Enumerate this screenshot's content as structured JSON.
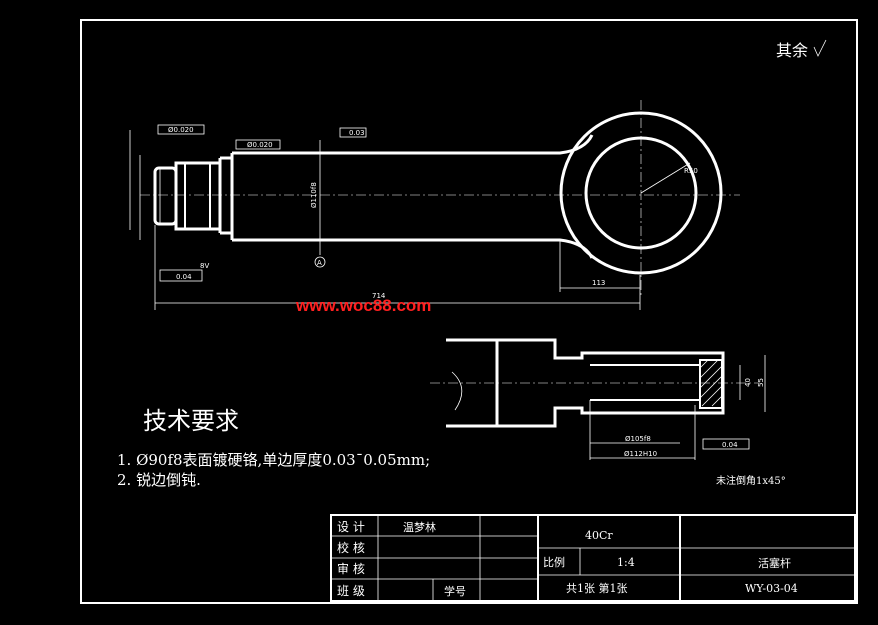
{
  "corner_note": "其余",
  "watermark": "www.woc88.com",
  "dimensions": {
    "overall_length": "714",
    "right_offset": "113",
    "eye_radius": "R50",
    "rod_diameter": "Ø110f8",
    "rod_tolerance": "0.03",
    "left_tol_1": "Ø0.020",
    "left_tol_2": "Ø0.020",
    "bottom_perp": "0.04",
    "detail_dim_1": "Ø105f8",
    "detail_dim_2": "Ø112H10",
    "detail_h_1": "40",
    "detail_h_2": "55",
    "detail_perp": "0.04",
    "small_a": "8V",
    "datum": "A"
  },
  "tech_req": {
    "heading": "技术要求",
    "item1": "1.  Ø90f8表面镀硬铬,单边厚度0.03¯0.05mm;",
    "item2": "2.  锐边倒钝.",
    "chamfer_note": "未注倒角1x45°"
  },
  "title_block": {
    "design_label": "设 计",
    "design_name": "温梦林",
    "check_label": "校 核",
    "review_label": "审 核",
    "class_label": "班 级",
    "student_no_label": "学号",
    "material": "40Cr",
    "scale_label": "比例",
    "scale_value": "1:4",
    "part_name": "活塞杆",
    "sheets": "共1张 第1张",
    "drawing_no": "WY-03-04"
  }
}
